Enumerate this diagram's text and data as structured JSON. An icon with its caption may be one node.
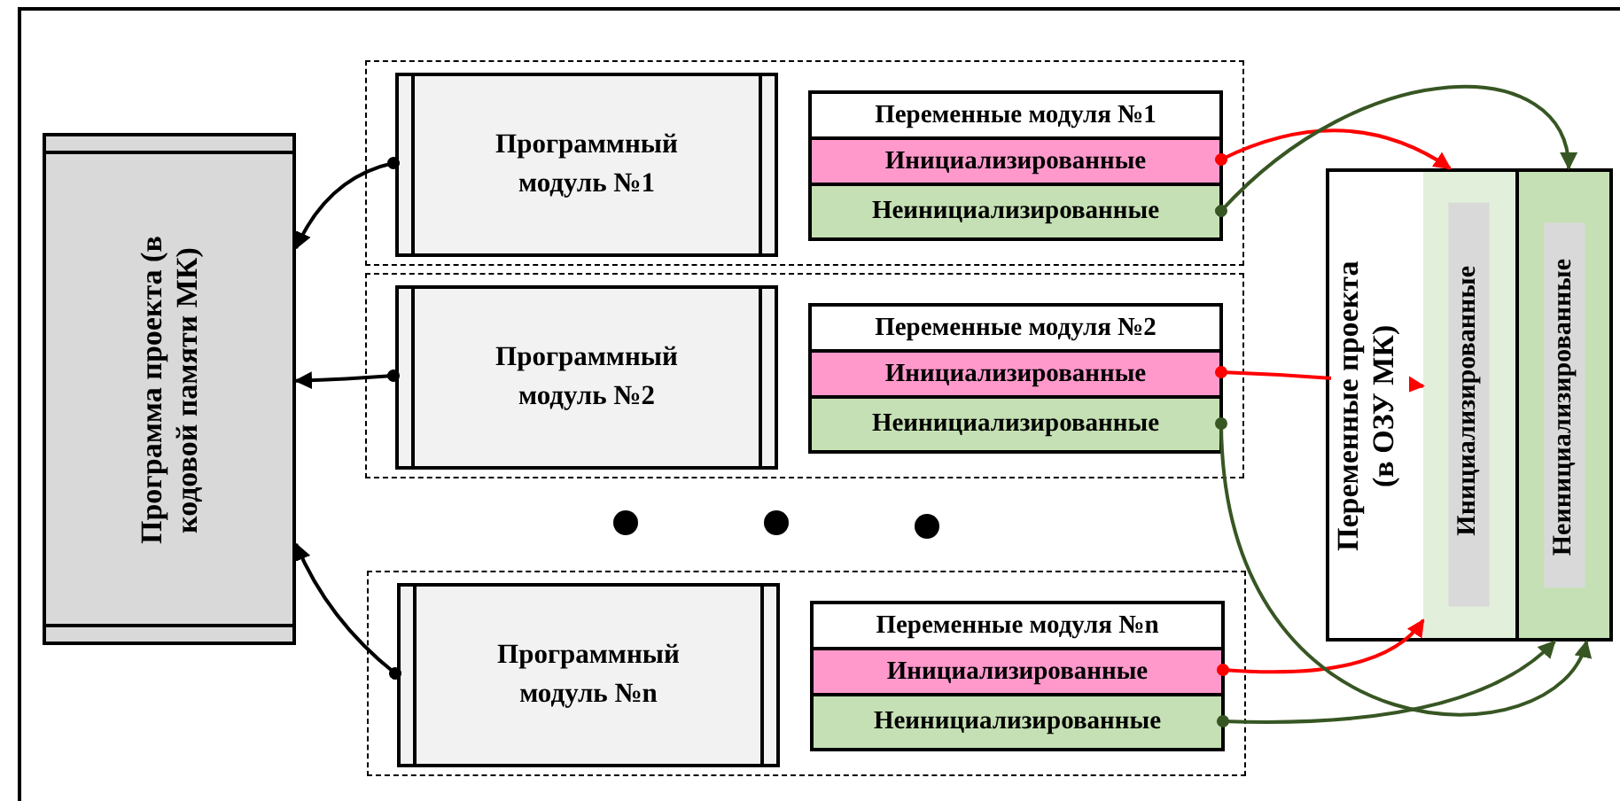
{
  "diagram": {
    "nodes": [
      {
        "text": [
          "Программа проекта (в кодовой памяти МК)"
        ]
      },
      {
        "text": [],
        "shape": "box"
      },
      {
        "text": [
          "Программный модуль №1"
        ],
        "in": 1
      },
      {
        "text": [
          "Переменные модуля №1"
        ],
        "in": 1
      },
      {
        "text": [
          "Инициализированные"
        ],
        "in": 1
      },
      {
        "text": [
          "Неинициализированные"
        ],
        "in": 1
      },
      {
        "text": [],
        "shape": "box"
      },
      {
        "text": [
          "Программный модуль №2"
        ],
        "in": 6
      },
      {
        "text": [
          "Переменные модуля №2"
        ],
        "in": 6
      },
      {
        "text": [
          "Инициализированные"
        ],
        "in": 6
      },
      {
        "text": [
          "Неинициализированные"
        ],
        "in": 6
      },
      {
        "text": [],
        "shape": "box"
      },
      {
        "text": [
          "Программный модуль №n"
        ],
        "in": 11
      },
      {
        "text": [
          "Переменные модуля №n"
        ],
        "in": 11
      },
      {
        "text": [
          "Инициализированные"
        ],
        "in": 11
      },
      {
        "text": [
          "Неинициализированные"
        ],
        "in": 11
      },
      {
        "text": [
          "Переменные проекта (в ОЗУ МК)"
        ]
      },
      {
        "text": [
          "Инициализированные"
        ],
        "in": 16
      },
      {
        "text": [
          "Неинициализированные"
        ],
        "in": 16
      }
    ],
    "edges": [
      {
        "from": 2,
        "to": 0,
        "arrow": "to"
      },
      {
        "from": 7,
        "to": 0,
        "arrow": "to"
      },
      {
        "from": 12,
        "to": 0,
        "arrow": "to"
      },
      {
        "from": 4,
        "to": 17,
        "arrow": "to",
        "color": "#ff0000"
      },
      {
        "from": 9,
        "to": 17,
        "arrow": "to",
        "color": "#ff0000"
      },
      {
        "from": 14,
        "to": 17,
        "arrow": "to",
        "color": "#ff0000"
      },
      {
        "from": 5,
        "to": 18,
        "arrow": "to",
        "color": "#375623"
      },
      {
        "from": 10,
        "to": 18,
        "arrow": "to",
        "color": "#375623"
      },
      {
        "from": 15,
        "to": 18,
        "arrow": "to",
        "color": "#375623"
      }
    ]
  }
}
